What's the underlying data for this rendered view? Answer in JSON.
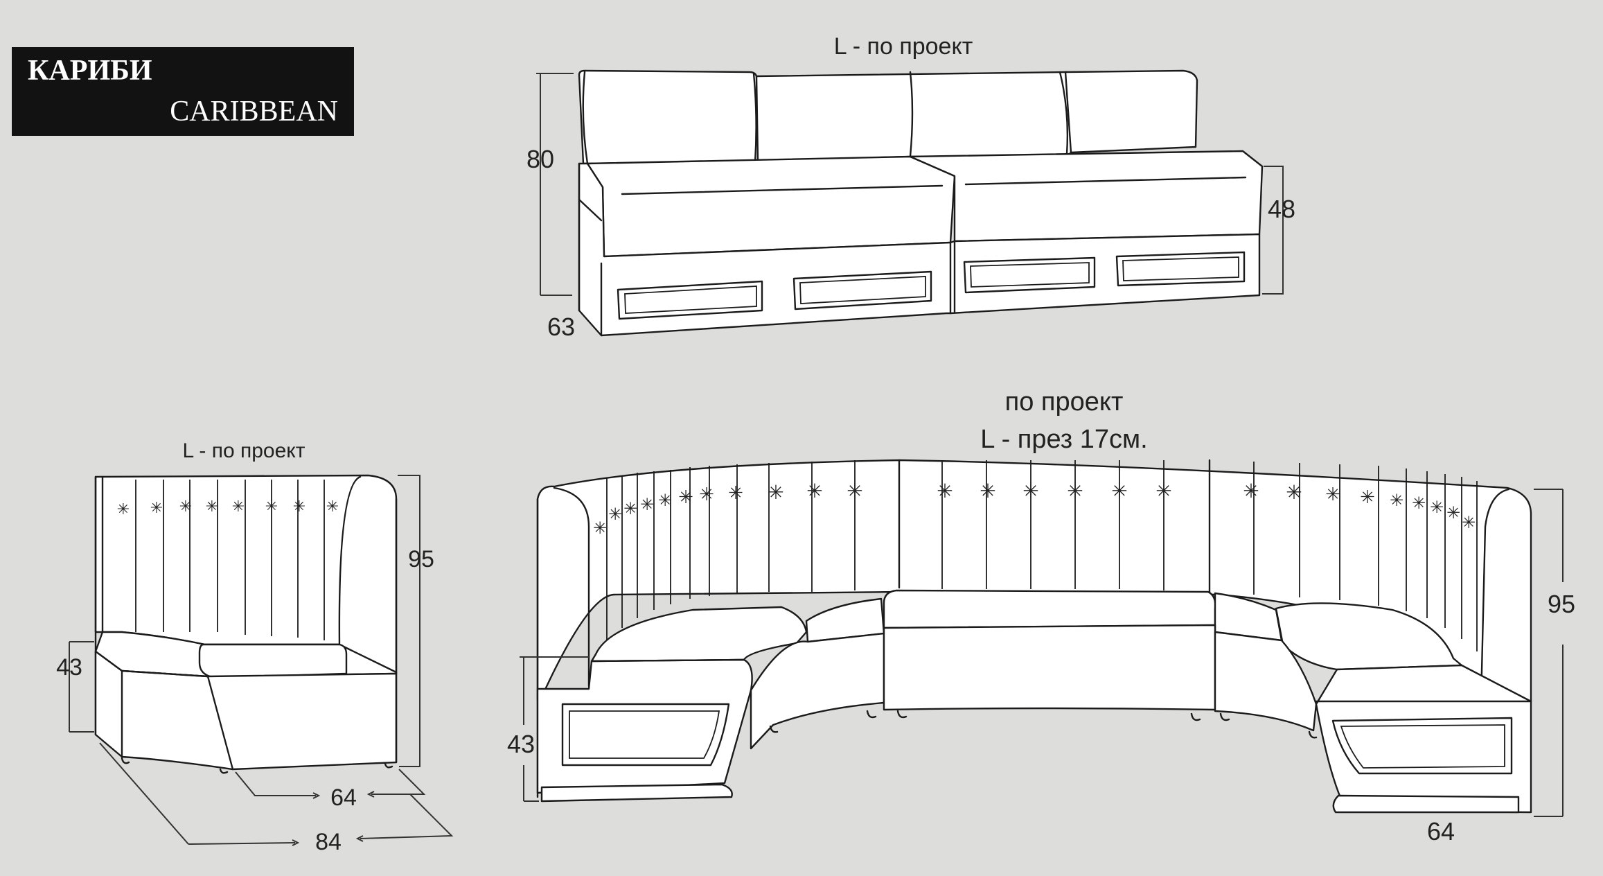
{
  "title": {
    "ru": "КАРИБИ",
    "en": "CARIBBEAN"
  },
  "sofa_straight": {
    "length_label": "L - по проект",
    "height": "80",
    "seat_height": "48",
    "depth": "63"
  },
  "corner_module": {
    "length_label": "L - по проект",
    "height": "95",
    "seat_height": "43",
    "seat_depth": "64",
    "total_depth": "84"
  },
  "curved_sofa": {
    "label_line1": "по проект",
    "label_line2": "L - през 17см.",
    "height": "95",
    "seat_height": "43",
    "seat_depth": "64"
  },
  "colors": {
    "background": "#dddedc",
    "title_box": "#121212",
    "line": "#1b1b1b",
    "fill": "#ffffff"
  }
}
